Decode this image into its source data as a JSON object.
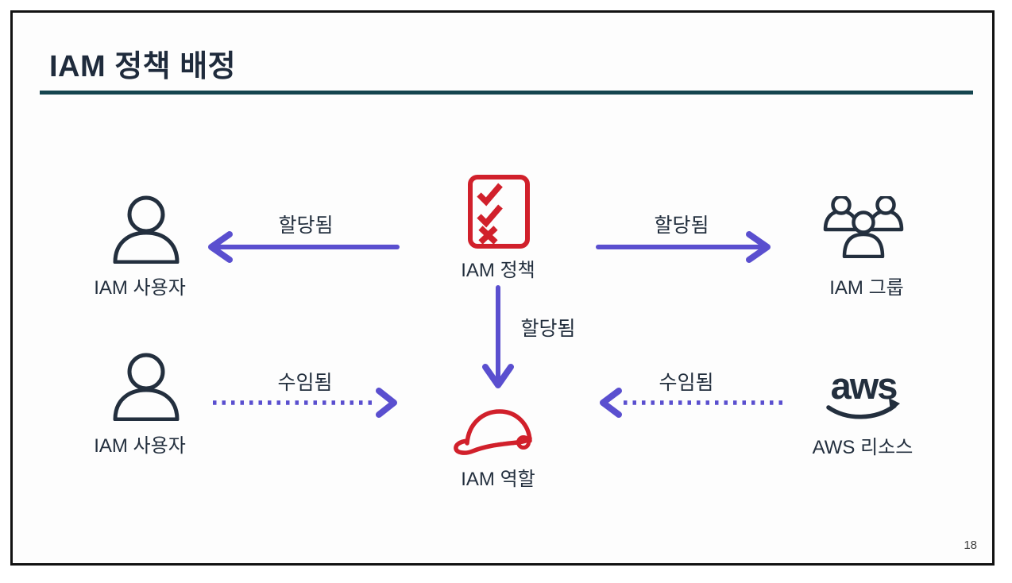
{
  "slide": {
    "title": "IAM 정책 배정",
    "page_number": "18"
  },
  "nodes": {
    "policy": {
      "label": "IAM 정책",
      "icon": "policy-checklist-icon"
    },
    "user_top": {
      "label": "IAM 사용자",
      "icon": "user-icon"
    },
    "group": {
      "label": "IAM 그룹",
      "icon": "user-group-icon"
    },
    "role": {
      "label": "IAM 역할",
      "icon": "hard-hat-icon"
    },
    "user_bottom": {
      "label": "IAM 사용자",
      "icon": "user-icon"
    },
    "aws_resource": {
      "label": "AWS 리소스",
      "logo_text": "aws",
      "icon": "aws-logo"
    }
  },
  "edges": {
    "policy_to_user": {
      "label": "할당됨",
      "style": "solid",
      "direction": "left"
    },
    "policy_to_group": {
      "label": "할당됨",
      "style": "solid",
      "direction": "right"
    },
    "policy_to_role": {
      "label": "할당됨",
      "style": "solid",
      "direction": "down"
    },
    "user_to_role": {
      "label": "수임됨",
      "style": "dotted",
      "direction": "right"
    },
    "resource_to_role": {
      "label": "수임됨",
      "style": "dotted",
      "direction": "left"
    }
  },
  "colors": {
    "arrow_purple": "#5A4FCF",
    "icon_red": "#D1202B",
    "ink_navy": "#232F3E",
    "rule_teal": "#15454F",
    "border_black": "#111111"
  }
}
